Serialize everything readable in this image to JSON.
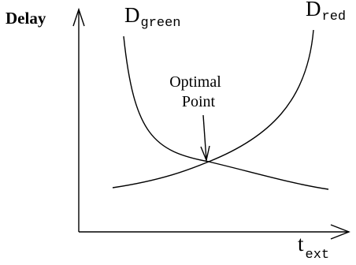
{
  "y_axis": {
    "label": "Delay"
  },
  "x_axis": {
    "label_main": "t",
    "label_sub": "ext"
  },
  "curves": {
    "green": {
      "main": "D",
      "sub": "green"
    },
    "red": {
      "main": "D",
      "sub": "red"
    }
  },
  "annotation": {
    "line1": "Optimal",
    "line2": "Point"
  },
  "colors": {
    "ink": "#000000",
    "background": "#ffffff"
  }
}
